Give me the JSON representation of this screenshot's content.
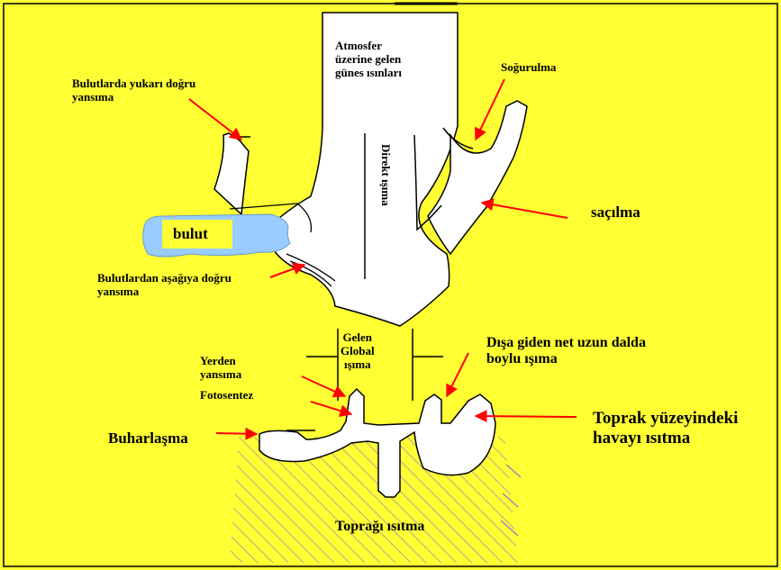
{
  "colors": {
    "background": "#ffff33",
    "flow": "#ffffff",
    "cloud": "#99ccff",
    "arrows": "#ff0000",
    "outline": "#000000",
    "hatch": "#a07ac8"
  },
  "labels": {
    "incoming_line1": "Atmosfer",
    "incoming_line2": "üzerine gelen",
    "incoming_line3": "günes ısınları",
    "absorption": "Soğurulma",
    "reflect_up_line1": "Bulutlarda yukarı doğru",
    "reflect_up_line2": "yansıma",
    "cloud": "bulut",
    "direct": "Direkt ışıma",
    "scattering": "saçılma",
    "reflect_down_line1": "Bulutlardan aşağıya doğru",
    "reflect_down_line2": "yansıma",
    "global_line1": "Gelen",
    "global_line2": "Global",
    "global_line3": "ışıma",
    "outgoing_line1": "Dışa giden net uzun dalda",
    "outgoing_line2": "boylu ışıma",
    "ground_reflect_line1": "Yerden",
    "ground_reflect_line2": "yansıma",
    "photosynthesis": "Fotosentez",
    "evaporation": "Buharlaşma",
    "air_heating_line1": "Toprak yüzeyindeki",
    "air_heating_line2": "havayı ısıtma",
    "soil_heating": "Toprağı ısıtma"
  }
}
